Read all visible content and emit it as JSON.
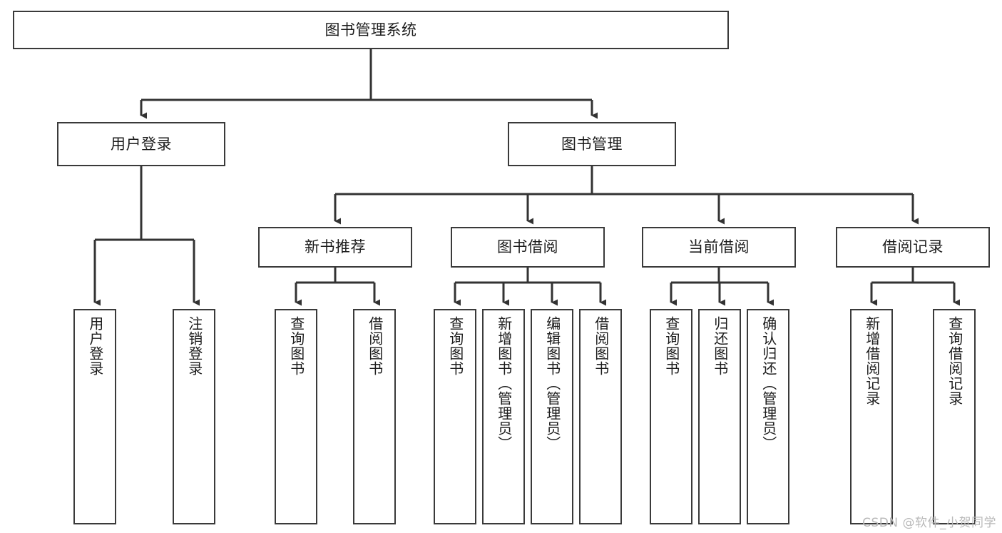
{
  "diagram": {
    "title": "图书管理系统",
    "type": "tree-hierarchy-chart",
    "root": {
      "id": "root",
      "label": "图书管理系统",
      "orientation": "horizontal"
    },
    "level2": [
      {
        "id": "user-login",
        "label": "用户登录",
        "orientation": "horizontal"
      },
      {
        "id": "book-manage",
        "label": "图书管理",
        "orientation": "horizontal"
      }
    ],
    "level3": [
      {
        "id": "new-book-recommend",
        "label": "新书推荐",
        "orientation": "horizontal"
      },
      {
        "id": "book-borrow",
        "label": "图书借阅",
        "orientation": "horizontal"
      },
      {
        "id": "current-borrow",
        "label": "当前借阅",
        "orientation": "horizontal"
      },
      {
        "id": "borrow-record",
        "label": "借阅记录",
        "orientation": "horizontal"
      }
    ],
    "leaves": {
      "user_login": [
        {
          "id": "leaf-user-login",
          "label": "用户登录"
        },
        {
          "id": "leaf-logout-login",
          "label": "注销登录"
        }
      ],
      "new_book_recommend": [
        {
          "id": "leaf-query-book-1",
          "label": "查询图书"
        },
        {
          "id": "leaf-borrow-book-1",
          "label": "借阅图书"
        }
      ],
      "book_borrow": [
        {
          "id": "leaf-query-book-2",
          "label": "查询图书"
        },
        {
          "id": "leaf-add-book",
          "label": "新增图书（管理员）"
        },
        {
          "id": "leaf-edit-book",
          "label": "编辑图书（管理员）"
        },
        {
          "id": "leaf-borrow-book-2",
          "label": "借阅图书"
        }
      ],
      "current_borrow": [
        {
          "id": "leaf-query-book-3",
          "label": "查询图书"
        },
        {
          "id": "leaf-return-book",
          "label": "归还图书"
        },
        {
          "id": "leaf-confirm-return",
          "label": "确认归还（管理员）"
        }
      ],
      "borrow_record": [
        {
          "id": "leaf-add-record",
          "label": "新增借阅记录"
        },
        {
          "id": "leaf-query-record",
          "label": "查询借阅记录"
        }
      ]
    }
  },
  "watermark": {
    "text": "CSDN @软件_小贺同学"
  },
  "colors": {
    "border": "#3a3a3a",
    "connector": "#333333",
    "text": "#1c1c1c",
    "background": "#ffffff",
    "watermark": "#b9b9b9"
  }
}
